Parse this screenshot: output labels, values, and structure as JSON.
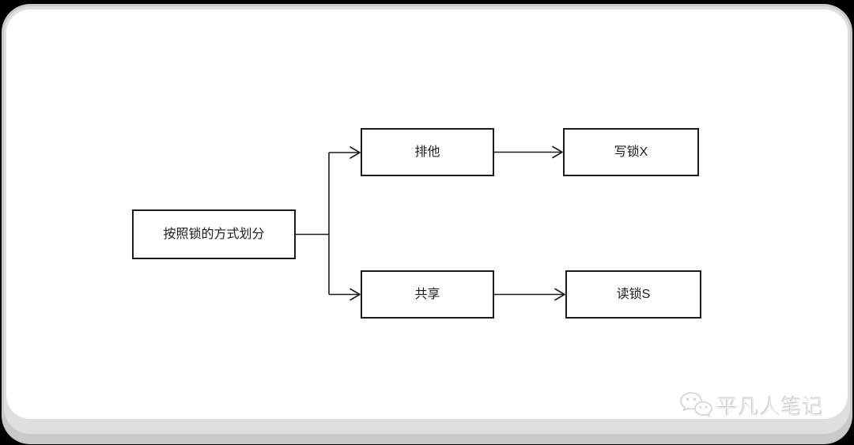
{
  "diagram": {
    "type": "flowchart",
    "nodes": {
      "root": {
        "label": "按照锁的方式划分"
      },
      "exclusive": {
        "label": "排他"
      },
      "write_lock": {
        "label": "写锁X"
      },
      "shared": {
        "label": "共享"
      },
      "read_lock": {
        "label": "读锁S"
      }
    },
    "edges": [
      {
        "from": "root",
        "to": "exclusive"
      },
      {
        "from": "root",
        "to": "shared"
      },
      {
        "from": "exclusive",
        "to": "write_lock"
      },
      {
        "from": "shared",
        "to": "read_lock"
      }
    ],
    "colors": {
      "stroke": "#1c1c1c",
      "node_fill": "#ffffff",
      "canvas": "#ffffff",
      "frame": "#000000",
      "frame_halo": "#c9c9c9"
    }
  },
  "watermark": {
    "icon": "wechat-icon",
    "text": "平凡人笔记",
    "color": "#d9d9d9"
  }
}
